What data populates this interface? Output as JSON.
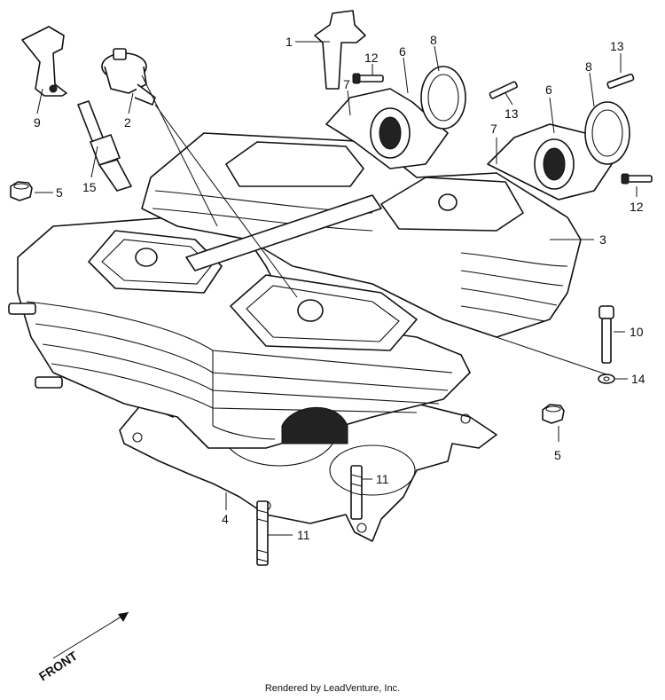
{
  "diagram": {
    "callouts": [
      {
        "id": "c1",
        "text": "1"
      },
      {
        "id": "c12a",
        "text": "12"
      },
      {
        "id": "c6a",
        "text": "6"
      },
      {
        "id": "c8a",
        "text": "8"
      },
      {
        "id": "c13a",
        "text": "13"
      },
      {
        "id": "c9",
        "text": "9"
      },
      {
        "id": "c2",
        "text": "2"
      },
      {
        "id": "c7a",
        "text": "7"
      },
      {
        "id": "c13b",
        "text": "13"
      },
      {
        "id": "c6b",
        "text": "6"
      },
      {
        "id": "c8b",
        "text": "8"
      },
      {
        "id": "c7b",
        "text": "7"
      },
      {
        "id": "c15",
        "text": "15"
      },
      {
        "id": "c5a",
        "text": "5"
      },
      {
        "id": "c12b",
        "text": "12"
      },
      {
        "id": "c3",
        "text": "3"
      },
      {
        "id": "c10",
        "text": "10"
      },
      {
        "id": "c14",
        "text": "14"
      },
      {
        "id": "c5b",
        "text": "5"
      },
      {
        "id": "c11a",
        "text": "11"
      },
      {
        "id": "c4",
        "text": "4"
      },
      {
        "id": "c11b",
        "text": "11"
      }
    ],
    "front_label": "FRONT"
  },
  "footer": {
    "text": "Rendered by LeadVenture, Inc."
  }
}
